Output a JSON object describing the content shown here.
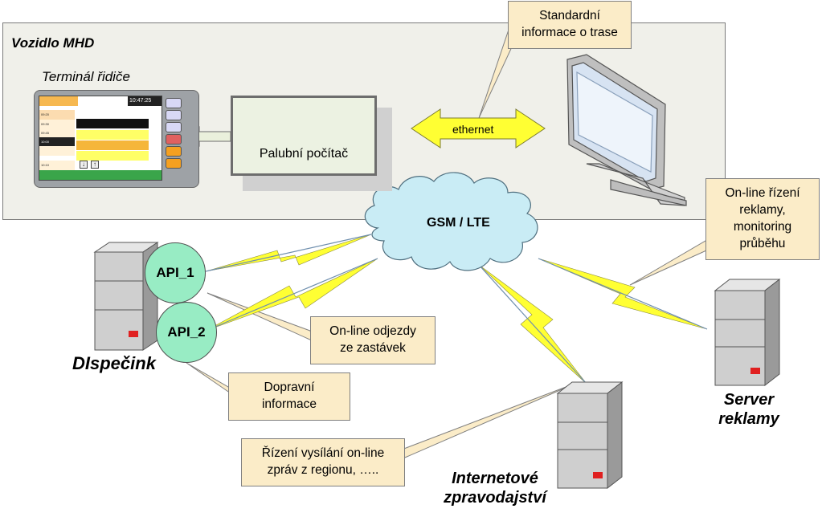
{
  "vehicle": {
    "title": "Vozidlo MHD"
  },
  "terminal": {
    "title": "Terminál řidiče",
    "clock": "10:47:25",
    "rows": [
      "09:20",
      "09:30",
      "09:45",
      "10:00",
      "10:10"
    ]
  },
  "onboard_computer": {
    "label": "Palubní počítač"
  },
  "ethernet": {
    "label": "ethernet"
  },
  "cloud": {
    "label": "GSM / LTE"
  },
  "dispatch": {
    "label": "DIspečink",
    "api1": "API_1",
    "api2": "API_2"
  },
  "ad_server": {
    "label_line1": "Server",
    "label_line2": "reklamy"
  },
  "news": {
    "label_line1": "Internetové",
    "label_line2": "zpravodajství"
  },
  "notes": {
    "route_info": [
      "Standardní",
      "informace o trase"
    ],
    "online_ads": [
      "On-line řízení",
      "reklamy,",
      "monitoring",
      "průběhu"
    ],
    "departures": [
      "On-line odjezdy",
      "ze zastávek"
    ],
    "traffic_info": [
      "Dopravní",
      "informace"
    ],
    "regional_news": [
      "Řízení vysílání on-line",
      "zpráv z regionu, ….."
    ]
  },
  "colors": {
    "note_fill": "#fbecc8",
    "cloud_fill": "#c9ecf5",
    "api_fill": "#98ecc4",
    "lightning_fill": "#ffff33",
    "ethernet_arrow": "#ffff33",
    "server_red": "#e02020"
  }
}
